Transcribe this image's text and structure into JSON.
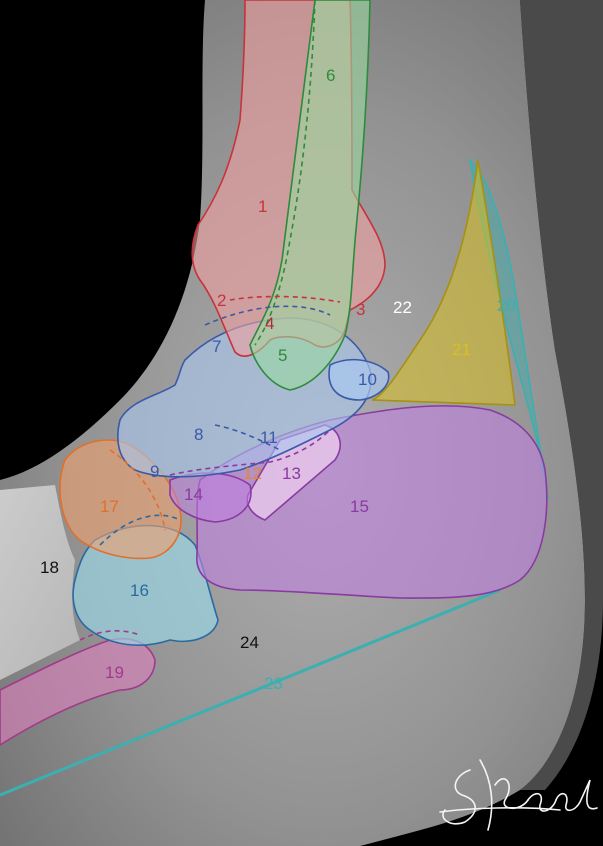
{
  "labels": [
    {
      "num": "1",
      "color": "#c8323c"
    },
    {
      "num": "2",
      "color": "#c8323c"
    },
    {
      "num": "3",
      "color": "#c8323c"
    },
    {
      "num": "4",
      "color": "#b02a34"
    },
    {
      "num": "5",
      "color": "#2e8a3c"
    },
    {
      "num": "6",
      "color": "#2e8a3c"
    },
    {
      "num": "7",
      "color": "#3a5aa8"
    },
    {
      "num": "8",
      "color": "#3a5aa8"
    },
    {
      "num": "9",
      "color": "#3a5aa8"
    },
    {
      "num": "10",
      "color": "#3a5aa8"
    },
    {
      "num": "11",
      "color": "#3a5aa8"
    },
    {
      "num": "12",
      "color": "#e08a2a"
    },
    {
      "num": "13",
      "color": "#8a3aa0"
    },
    {
      "num": "14",
      "color": "#8a3aa0"
    },
    {
      "num": "15",
      "color": "#8a3aa0"
    },
    {
      "num": "16",
      "color": "#2a6aa0"
    },
    {
      "num": "17",
      "color": "#e0702a"
    },
    {
      "num": "18",
      "color": "#111111"
    },
    {
      "num": "19",
      "color": "#a03a8a"
    },
    {
      "num": "20",
      "color": "#3ab0b0"
    },
    {
      "num": "21",
      "color": "#d8c020"
    },
    {
      "num": "22",
      "color": "#ffffff"
    },
    {
      "num": "23",
      "color": "#3ab0b0"
    },
    {
      "num": "24",
      "color": "#111111"
    }
  ],
  "signature": {
    "text": "S. Kamal",
    "kind": "handwritten-signature"
  }
}
